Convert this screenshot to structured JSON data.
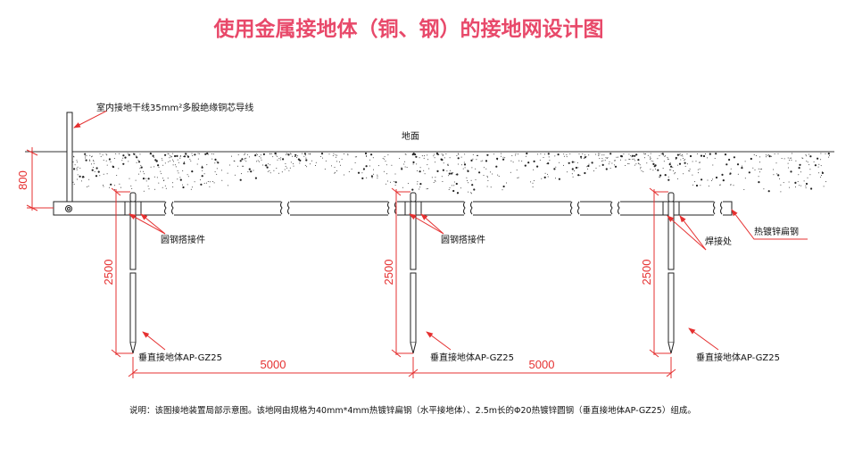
{
  "title": "使用金属接地体（铜、钢）的接地网设计图",
  "labels": {
    "indoor_conductor": "室内接地干线35mm²多股绝缘铜芯导线",
    "ground": "地面",
    "round_steel_connector": "圆钢搭接件",
    "weld_point": "焊接处",
    "galvanized_flat_steel": "热镀锌扁钢",
    "vertical_electrode": "垂直接地体AP-GZ25"
  },
  "dimensions": {
    "depth": "800",
    "rod_length": "2500",
    "spacing": "5000"
  },
  "note": "说明：该图接地装置局部示意图。该地网由规格为40mm*4mm热镀锌扁钢（水平接地体）、2.5m长的Φ20热镀锌圆钢（垂直接地体AP-GZ25）组成。",
  "colors": {
    "title": "#e8496a",
    "dimension": "#e53030"
  }
}
